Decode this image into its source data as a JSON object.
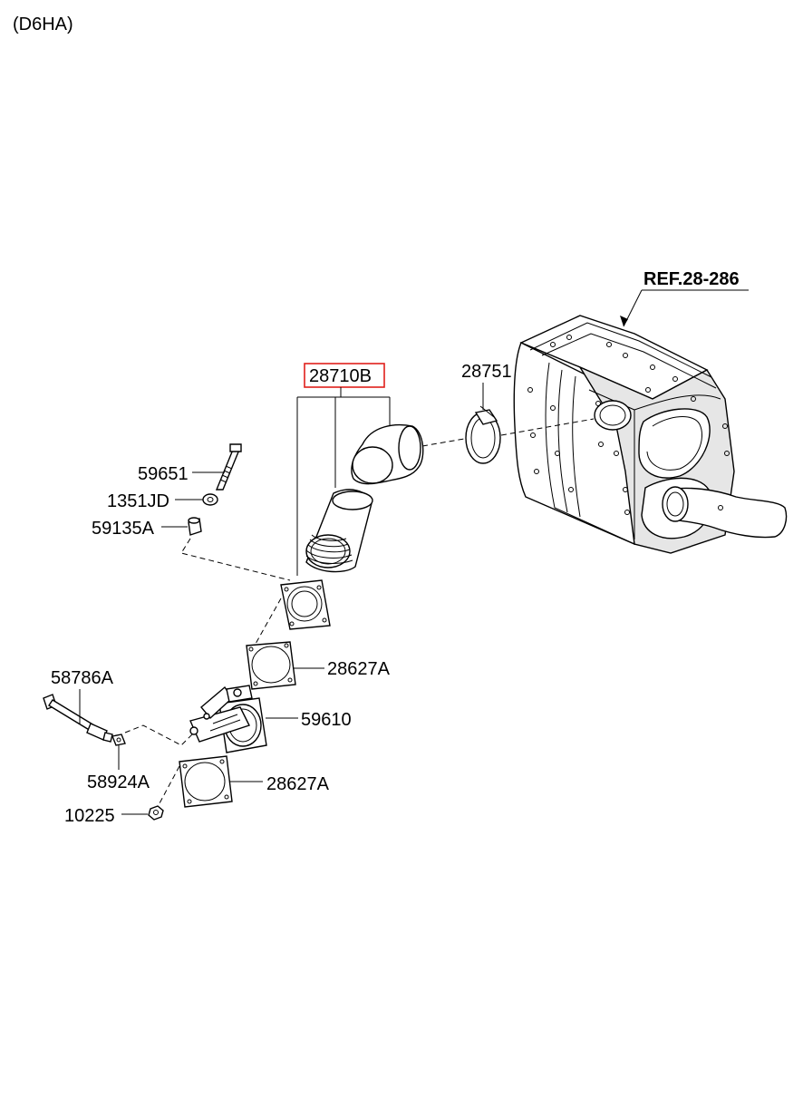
{
  "engine_code": "(D6HA)",
  "reference": "REF.28-286",
  "highlight_color": "#e0201b",
  "parts": {
    "pipe_assembly": "28710B",
    "clamp": "28751",
    "bolt": "59651",
    "washer": "1351JD",
    "spacer": "59135A",
    "gasket_upper": "28627A",
    "brake_valve": "59610",
    "gasket_lower": "28627A",
    "hose": "58786A",
    "connector": "58924A",
    "nut": "10225"
  }
}
